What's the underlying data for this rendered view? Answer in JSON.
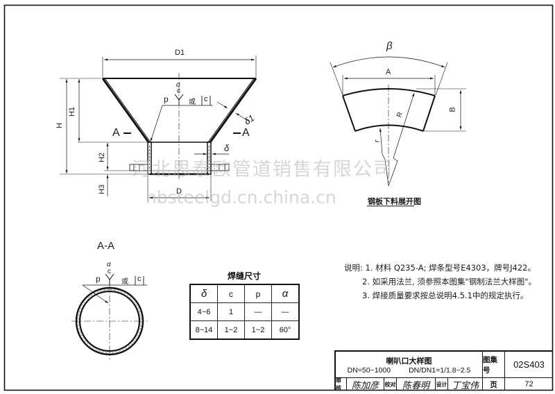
{
  "drawing": {
    "title_main": "喇叭口大样图",
    "title_sub_left": "DN=50~1000",
    "title_sub_right": "DN/DN1=1/1.8~2.5",
    "atlas_label": "图集号",
    "atlas_number": "02S403",
    "page_label": "页",
    "page_number": "72",
    "review_label": "审核",
    "review_signature": "陈加彦",
    "check_label": "校对",
    "check_signature": "陈春明",
    "design_label": "设计",
    "design_signature": "丁宝伟"
  },
  "main_view": {
    "dim_D1": "D1",
    "dim_D": "D",
    "dim_H": "H",
    "dim_H1": "H1",
    "dim_H2": "H2",
    "dim_H3": "H3",
    "dim_delta": "δ",
    "dim_delta1": "δ1",
    "section_left": "A",
    "section_right": "A",
    "weld_alpha": "α",
    "weld_c": "c",
    "weld_p": "p",
    "weld_or": "或",
    "weld_c_box": "c"
  },
  "section_view": {
    "title": "A-A",
    "weld_alpha": "α",
    "weld_c": "c",
    "weld_p": "p",
    "weld_or": "或",
    "weld_c_box": "c"
  },
  "development_view": {
    "dim_beta": "β",
    "dim_A": "A",
    "dim_B": "B",
    "dim_R": "R",
    "dim_r": "r",
    "caption": "钢板下料展开图"
  },
  "weld_table": {
    "title": "焊缝尺寸",
    "headers": [
      "δ",
      "c",
      "p",
      "α"
    ],
    "rows": [
      [
        "4~6",
        "1",
        "—",
        "—"
      ],
      [
        "8~14",
        "1~2",
        "1~2",
        "60°"
      ]
    ]
  },
  "notes": {
    "prefix": "说明:",
    "items": [
      "1. 材料 Q235-A; 焊条型号E4303，牌号J422。",
      "2. 如采用法兰, 须参照本图集\"钢制法兰大样图\"。",
      "3. 焊接质量要求按总说明4.5.1中的规定执行。"
    ]
  },
  "watermark": {
    "line1": "河北思泰欧管道销售有限公司",
    "line2": "hbsteelgd.cn.china.cn"
  }
}
